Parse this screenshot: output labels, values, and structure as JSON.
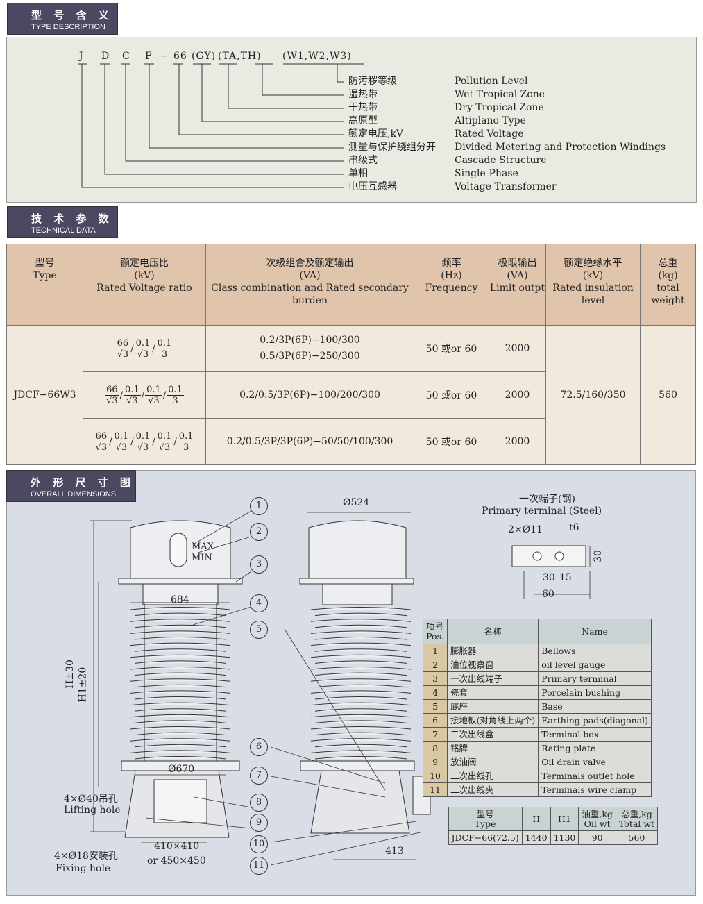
{
  "sections": {
    "type_description": {
      "cn": "型 号 含 义",
      "en": "TYPE DESCRIPTION"
    },
    "technical_data": {
      "cn": "技 术 参 数",
      "en": "TECHNICAL DATA"
    },
    "overall_dimensions": {
      "cn": "外 形 尺 寸 图",
      "en": "OVERALL DIMENSIONS"
    }
  },
  "type_code": [
    "J",
    "D",
    "C",
    "F",
    "−",
    "66",
    "(GY)",
    "(TA,TH)",
    "(W1,W2,W3)"
  ],
  "type_meanings": [
    {
      "cn": "防污秽等级",
      "en": "Pollution Level"
    },
    {
      "cn": "湿热带",
      "en": "Wet Tropical Zone"
    },
    {
      "cn": "干热带",
      "en": "Dry Tropical Zone"
    },
    {
      "cn": "高原型",
      "en": "Altiplano Type"
    },
    {
      "cn": "额定电压,kV",
      "en": "Rated Voltage"
    },
    {
      "cn": "测量与保护绕组分开",
      "en": "Divided Metering and Protection Windings"
    },
    {
      "cn": "串级式",
      "en": "Cascade Structure"
    },
    {
      "cn": "单相",
      "en": "Single-Phase"
    },
    {
      "cn": "电压互感器",
      "en": "Voltage Transformer"
    }
  ],
  "tech_table": {
    "headers": [
      {
        "cn": "型号",
        "unit": "",
        "en": "Type"
      },
      {
        "cn": "额定电压比",
        "unit": "(kV)",
        "en": "Rated Voltage ratio"
      },
      {
        "cn": "次级组合及额定输出",
        "unit": "(VA)",
        "en": "Class combination and Rated secondary burden"
      },
      {
        "cn": "频率",
        "unit": "(Hz)",
        "en": "Frequency"
      },
      {
        "cn": "极限输出",
        "unit": "(VA)",
        "en": "Limit outpt"
      },
      {
        "cn": "额定绝缘水平",
        "unit": "(kV)",
        "en": "Rated insulation level"
      },
      {
        "cn": "总重",
        "unit": "(kg)",
        "en": "total weight"
      }
    ],
    "type": "JDCF−66W3",
    "insulation": "72.5/160/350",
    "weight": "560",
    "rows": [
      {
        "ratio": [
          {
            "n": "66",
            "d": "√3"
          },
          {
            "n": "0.1",
            "d": "√3"
          },
          {
            "n": "0.1",
            "d": "3"
          }
        ],
        "burden": [
          "0.2/3P(6P)−100/300",
          "0.5/3P(6P)−250/300"
        ],
        "freq": "50 或or 60",
        "limit": "2000"
      },
      {
        "ratio": [
          {
            "n": "66",
            "d": "√3"
          },
          {
            "n": "0.1",
            "d": "√3"
          },
          {
            "n": "0.1",
            "d": "√3"
          },
          {
            "n": "0.1",
            "d": "3"
          }
        ],
        "burden": [
          "0.2/0.5/3P(6P)−100/200/300"
        ],
        "freq": "50 或or 60",
        "limit": "2000"
      },
      {
        "ratio": [
          {
            "n": "66",
            "d": "√3"
          },
          {
            "n": "0.1",
            "d": "√3"
          },
          {
            "n": "0.1",
            "d": "√3"
          },
          {
            "n": "0.1",
            "d": "√3"
          },
          {
            "n": "0.1",
            "d": "3"
          }
        ],
        "burden": [
          "0.2/0.5/3P/3P(6P)−50/50/100/300"
        ],
        "freq": "50 或or 60",
        "limit": "2000"
      }
    ]
  },
  "drawing": {
    "max": "MAX",
    "min": "MIN",
    "d684": "684",
    "d670": "Ø670",
    "d524": "Ø524",
    "h": "H±30",
    "h1": "H1±20",
    "lifting_cn": "4×Ø40吊孔",
    "lifting_en": "Lifting hole",
    "fixing_cn": "4×Ø18安装孔",
    "fixing_en": "Fixing hole",
    "base1": "410×410",
    "base2": "or 450×450",
    "d413": "413",
    "terminal_cn": "一次端子(钢)",
    "terminal_en": "Primary terminal (Steel)",
    "holes": "2×Ø11",
    "t6": "t6",
    "t30v": "30",
    "t30": "30",
    "t15": "15",
    "t60": "60",
    "callouts": [
      "1",
      "2",
      "3",
      "4",
      "5",
      "6",
      "7",
      "8",
      "9",
      "10",
      "11"
    ]
  },
  "parts_table": {
    "headers": {
      "pos_cn": "项号",
      "pos_en": "Pos.",
      "name_cn": "名称",
      "name_en": "Name"
    },
    "rows": [
      [
        "1",
        "膨胀器",
        "Bellows"
      ],
      [
        "2",
        "油位视察窗",
        "oil level gauge"
      ],
      [
        "3",
        "一次出线端子",
        "Primary terminal"
      ],
      [
        "4",
        "瓷套",
        "Porcelain bushing"
      ],
      [
        "5",
        "底座",
        "Base"
      ],
      [
        "6",
        "接地板(对角线上两个)",
        "Earthing pads(diagonal)"
      ],
      [
        "7",
        "二次出线盒",
        "Terminal box"
      ],
      [
        "8",
        "铭牌",
        "Rating plate"
      ],
      [
        "9",
        "放油阀",
        "Oil drain valve"
      ],
      [
        "10",
        "二次出线孔",
        "Terminals outlet hole"
      ],
      [
        "11",
        "二次出线夹",
        "Terminals wire clamp"
      ]
    ]
  },
  "dim_table": {
    "headers": [
      {
        "cn": "型号",
        "en": "Type"
      },
      {
        "cn": "",
        "en": "H"
      },
      {
        "cn": "",
        "en": "H1"
      },
      {
        "cn": "油重,kg",
        "en": "Oil wt"
      },
      {
        "cn": "总重,kg",
        "en": "Total wt"
      }
    ],
    "row": [
      "JDCF−66(72.5)",
      "1440",
      "1130",
      "90",
      "560"
    ]
  }
}
